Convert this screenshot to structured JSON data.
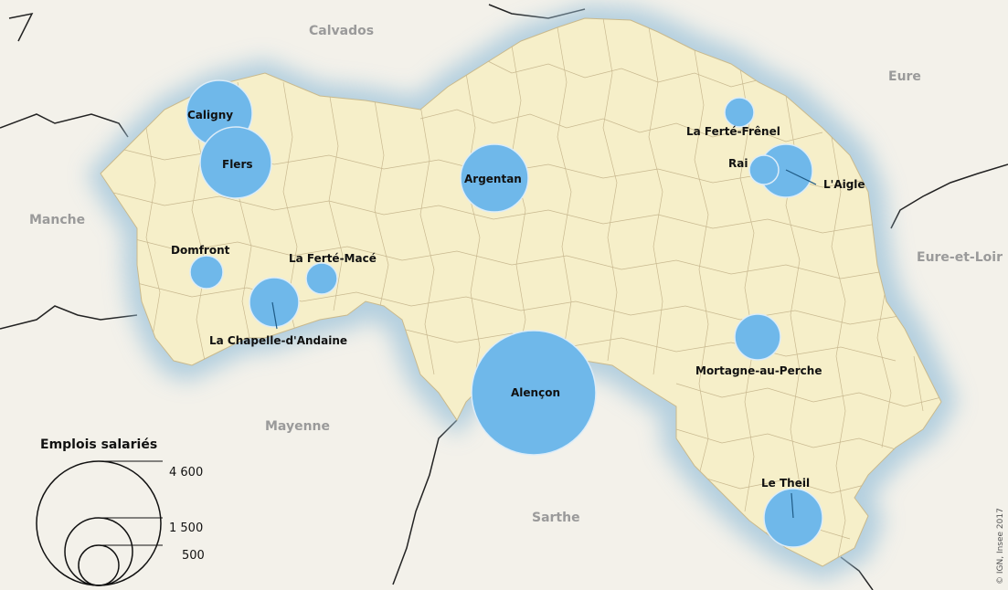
{
  "regions": [
    {
      "id": "calvados",
      "label": "Calvados"
    },
    {
      "id": "eure",
      "label": "Eure"
    },
    {
      "id": "manche",
      "label": "Manche"
    },
    {
      "id": "eure-et-loir",
      "label": "Eure-et-Loir"
    },
    {
      "id": "mayenne",
      "label": "Mayenne"
    },
    {
      "id": "sarthe",
      "label": "Sarthe"
    }
  ],
  "cities": [
    {
      "id": "caligny",
      "label": "Caligny"
    },
    {
      "id": "flers",
      "label": "Flers"
    },
    {
      "id": "argentan",
      "label": "Argentan"
    },
    {
      "id": "la-ferte-frenel",
      "label": "La Ferté-Frênel"
    },
    {
      "id": "rai",
      "label": "Rai"
    },
    {
      "id": "l-aigle",
      "label": "L'Aigle"
    },
    {
      "id": "domfront",
      "label": "Domfront"
    },
    {
      "id": "la-ferte-mace",
      "label": "La Ferté-Macé"
    },
    {
      "id": "la-chapelle-d-andaine",
      "label": "La Chapelle-d'Andaine"
    },
    {
      "id": "alencon",
      "label": "Alençon"
    },
    {
      "id": "mortagne-au-perche",
      "label": "Mortagne-au-Perche"
    },
    {
      "id": "le-theil",
      "label": "Le Theil"
    }
  ],
  "legend": {
    "title": "Emplois salariés",
    "values": [
      "4 600",
      "1 500",
      "500"
    ]
  },
  "credit": "© IGN, Insee 2017",
  "colors": {
    "background": "#f3f1ea",
    "department_fill": "#f6efc9",
    "halo": "#9fc4db",
    "bubble_fill": "#6fb8ea",
    "bubble_stroke": "#dcecf8",
    "boundary": "#222222",
    "commune_lines": "#c8b88f"
  }
}
